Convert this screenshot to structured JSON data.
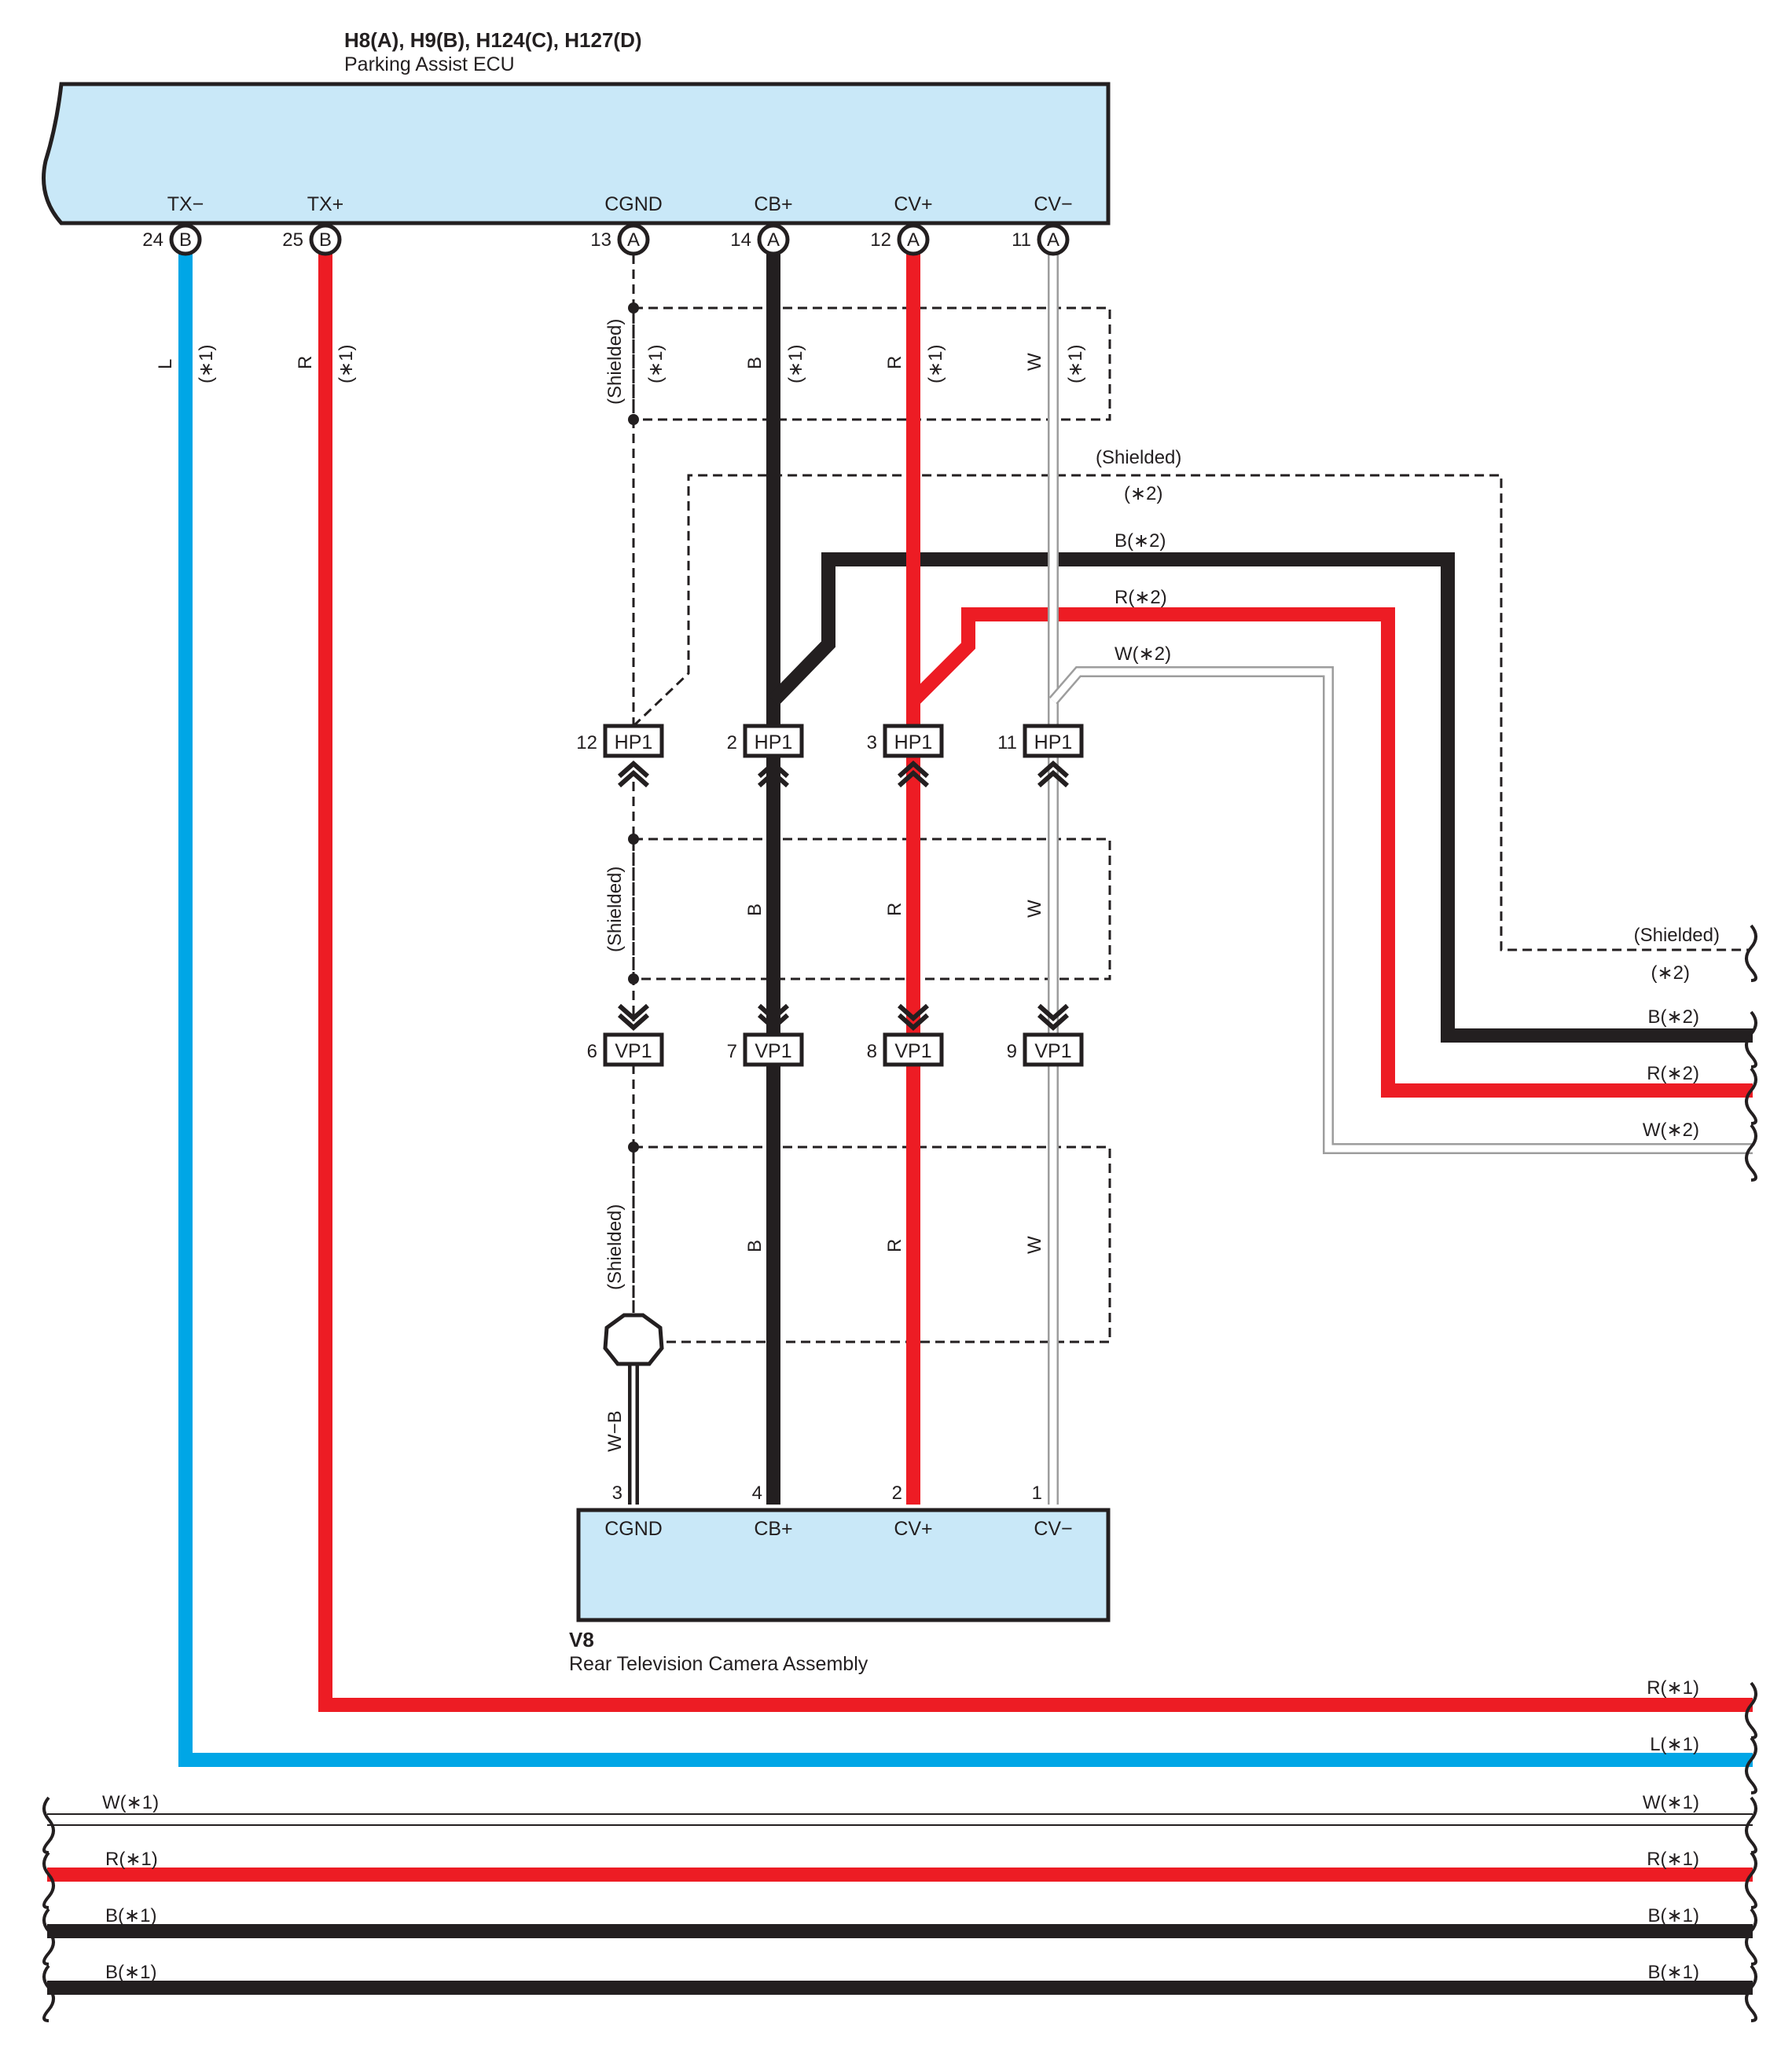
{
  "ecu": {
    "id": "H8(A), H9(B), H124(C), H127(D)",
    "name": "Parking Assist ECU",
    "terminals": [
      {
        "label": "TX−",
        "pin": "24",
        "conn": "B"
      },
      {
        "label": "TX+",
        "pin": "25",
        "conn": "B"
      },
      {
        "label": "CGND",
        "pin": "13",
        "conn": "A"
      },
      {
        "label": "CB+",
        "pin": "14",
        "conn": "A"
      },
      {
        "label": "CV+",
        "pin": "12",
        "conn": "A"
      },
      {
        "label": "CV−",
        "pin": "11",
        "conn": "A"
      }
    ]
  },
  "camera": {
    "id": "V8",
    "name": "Rear Television Camera Assembly",
    "terminals": [
      {
        "label": "CGND",
        "pin": "3"
      },
      {
        "label": "CB+",
        "pin": "4"
      },
      {
        "label": "CV+",
        "pin": "2"
      },
      {
        "label": "CV−",
        "pin": "1"
      }
    ]
  },
  "wire_colors": {
    "blue": "#00a6e6",
    "red": "#ed1c24",
    "black": "#231f20",
    "white_stroke": "#9d9d9d",
    "body_fill": "#c9e8f8"
  },
  "labels": {
    "shielded": "(Shielded)",
    "note1": "(∗1)",
    "note2": "(∗2)",
    "L": "L",
    "R": "R",
    "B": "B",
    "W": "W",
    "WB": "W−B",
    "B2": "B(∗2)",
    "R2": "R(∗2)",
    "W2": "W(∗2)",
    "R1": "R(∗1)",
    "L1": "L(∗1)",
    "W1": "W(∗1)",
    "B1": "B(∗1)"
  },
  "hp1": {
    "name": "HP1",
    "pins": [
      "12",
      "2",
      "3",
      "11"
    ]
  },
  "vp1": {
    "name": "VP1",
    "pins": [
      "6",
      "7",
      "8",
      "9"
    ]
  }
}
